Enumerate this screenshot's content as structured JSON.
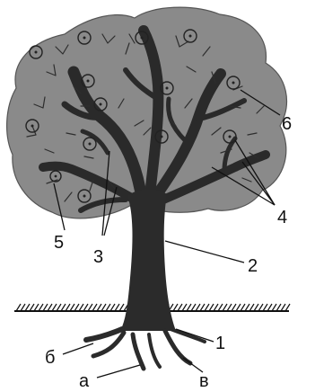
{
  "diagram": {
    "labels": {
      "crown_fruit": "6",
      "branches": "4",
      "stem_in_crown": "5",
      "trunk": "2",
      "main_branches": "3",
      "root_collar": "1",
      "root_b": "б",
      "root_a": "а",
      "root_v": "в"
    }
  }
}
